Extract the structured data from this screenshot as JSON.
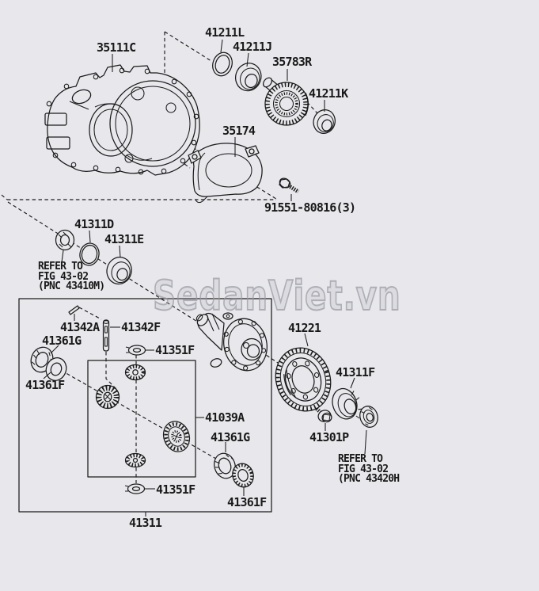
{
  "watermark": "SedanViet.vn",
  "parts": [
    {
      "id": "35111C",
      "text": "35111C"
    },
    {
      "id": "41211L",
      "text": "41211L"
    },
    {
      "id": "41211J",
      "text": "41211J"
    },
    {
      "id": "35783R",
      "text": "35783R"
    },
    {
      "id": "41211K",
      "text": "41211K"
    },
    {
      "id": "35174",
      "text": "35174"
    },
    {
      "id": "91551-80816",
      "text": "91551-80816(3)"
    },
    {
      "id": "41311D",
      "text": "41311D"
    },
    {
      "id": "41311E",
      "text": "41311E"
    },
    {
      "id": "41342A",
      "text": "41342A"
    },
    {
      "id": "41342F",
      "text": "41342F"
    },
    {
      "id": "41361G-left",
      "text": "41361G"
    },
    {
      "id": "41361F-left",
      "text": "41361F"
    },
    {
      "id": "41351F-top",
      "text": "41351F"
    },
    {
      "id": "41039A",
      "text": "41039A"
    },
    {
      "id": "41361G-right",
      "text": "41361G"
    },
    {
      "id": "41361F-right",
      "text": "41361F"
    },
    {
      "id": "41351F-bottom",
      "text": "41351F"
    },
    {
      "id": "41311",
      "text": "41311"
    },
    {
      "id": "41221",
      "text": "41221"
    },
    {
      "id": "41311F",
      "text": "41311F"
    },
    {
      "id": "41301P",
      "text": "41301P"
    }
  ],
  "notes": {
    "left": {
      "line1": "REFER TO",
      "line2": "FIG 43-02",
      "line3": "(PNC 43410M)"
    },
    "right": {
      "line1": "REFER TO",
      "line2": "FIG 43-02",
      "line3": "(PNC 43420H"
    }
  },
  "colors": {
    "background": "#e8e8ec",
    "ink": "#1b1b1b",
    "watermark": "#9a9ca3"
  }
}
